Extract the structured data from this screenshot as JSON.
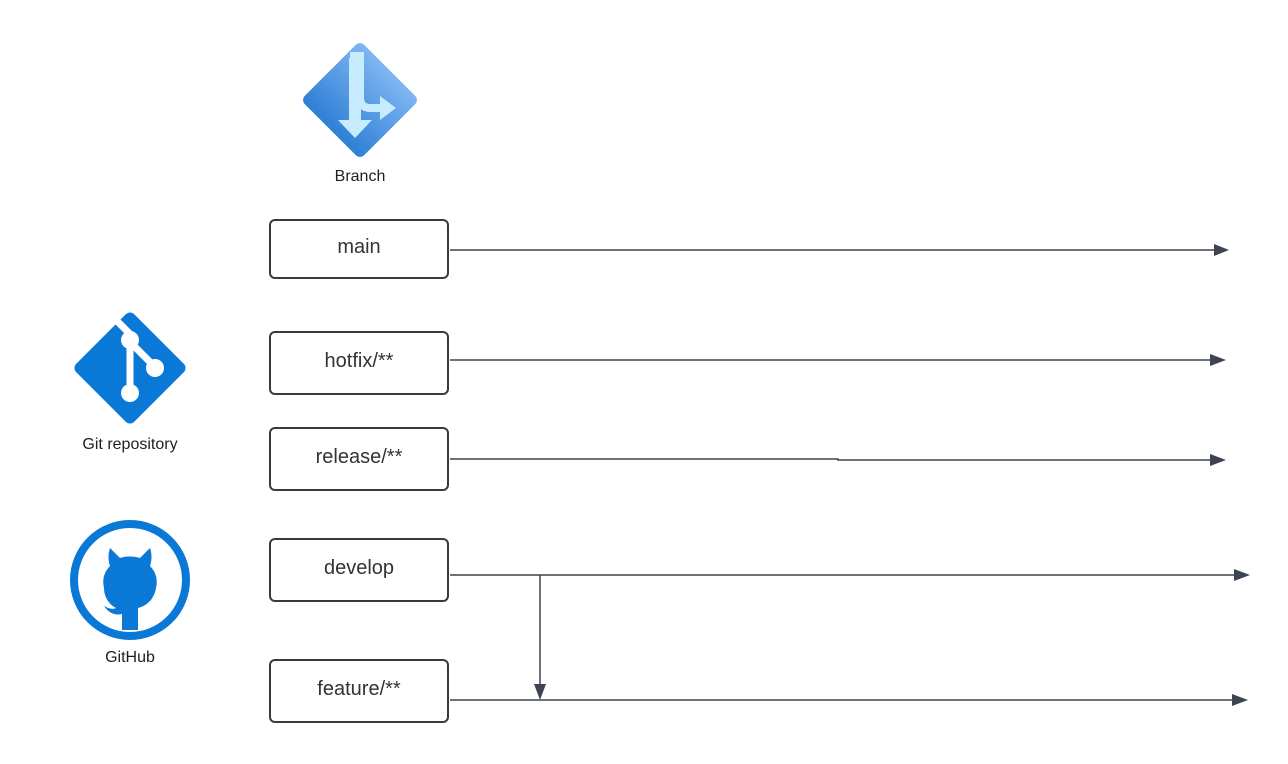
{
  "legend": {
    "branch_label": "Branch",
    "git_repo_label": "Git repository",
    "github_label": "GitHub"
  },
  "branches": [
    {
      "label": "main"
    },
    {
      "label": "hotfix/**"
    },
    {
      "label": "release/**"
    },
    {
      "label": "develop"
    },
    {
      "label": "feature/**"
    }
  ],
  "colors": {
    "branch_icon_dark": "#4a8fe0",
    "branch_icon_light": "#7fb6f2",
    "branch_arrow": "#bfe6ff",
    "git_blue": "#0a78d7",
    "github_blue": "#0a78d7",
    "box_border": "#3a3a3a",
    "line": "#3d4350"
  },
  "icons": {
    "branch": "branch-icon",
    "git": "git-repository-icon",
    "github": "github-icon"
  }
}
